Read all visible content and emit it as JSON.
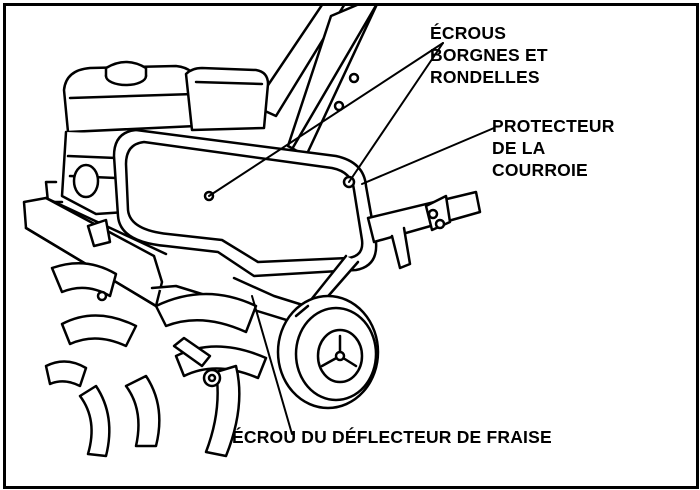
{
  "labels": {
    "acorn_nuts": "ÉCROUS\nBORGNES ET\nRONDELLES",
    "belt_guard": "PROTECTEUR\nDE LA\nCOURROIE",
    "deflector_nut": "ÉCROU DU DÉFLECTEUR DE FRAISE"
  },
  "colors": {
    "ink": "#000000",
    "paper": "#ffffff"
  }
}
